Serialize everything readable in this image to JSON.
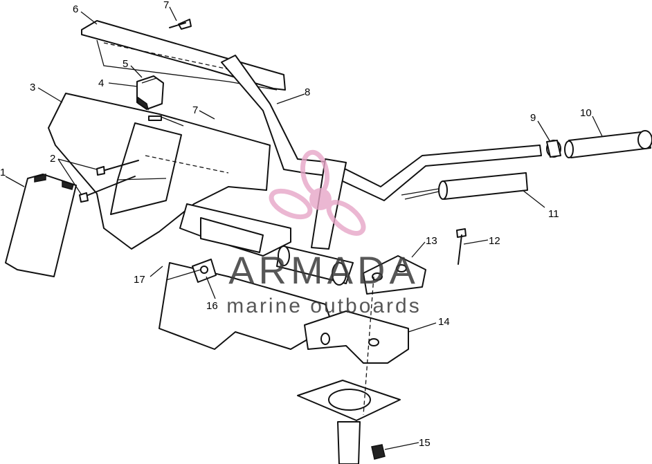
{
  "callouts": [
    {
      "id": "c1",
      "label": "1"
    },
    {
      "id": "c2",
      "label": "2"
    },
    {
      "id": "c3",
      "label": "3"
    },
    {
      "id": "c4",
      "label": "4"
    },
    {
      "id": "c5",
      "label": "5"
    },
    {
      "id": "c6",
      "label": "6"
    },
    {
      "id": "c7a",
      "label": "7"
    },
    {
      "id": "c7b",
      "label": "7"
    },
    {
      "id": "c8",
      "label": "8"
    },
    {
      "id": "c9",
      "label": "9"
    },
    {
      "id": "c10",
      "label": "10"
    },
    {
      "id": "c11",
      "label": "11"
    },
    {
      "id": "c12",
      "label": "12"
    },
    {
      "id": "c13",
      "label": "13"
    },
    {
      "id": "c14",
      "label": "14"
    },
    {
      "id": "c15",
      "label": "15"
    },
    {
      "id": "c16",
      "label": "16"
    },
    {
      "id": "c17",
      "label": "17"
    }
  ],
  "watermark": {
    "brand": "ARMADA",
    "tagline": "marine outboards",
    "logo_color": "#e7a6c8"
  }
}
